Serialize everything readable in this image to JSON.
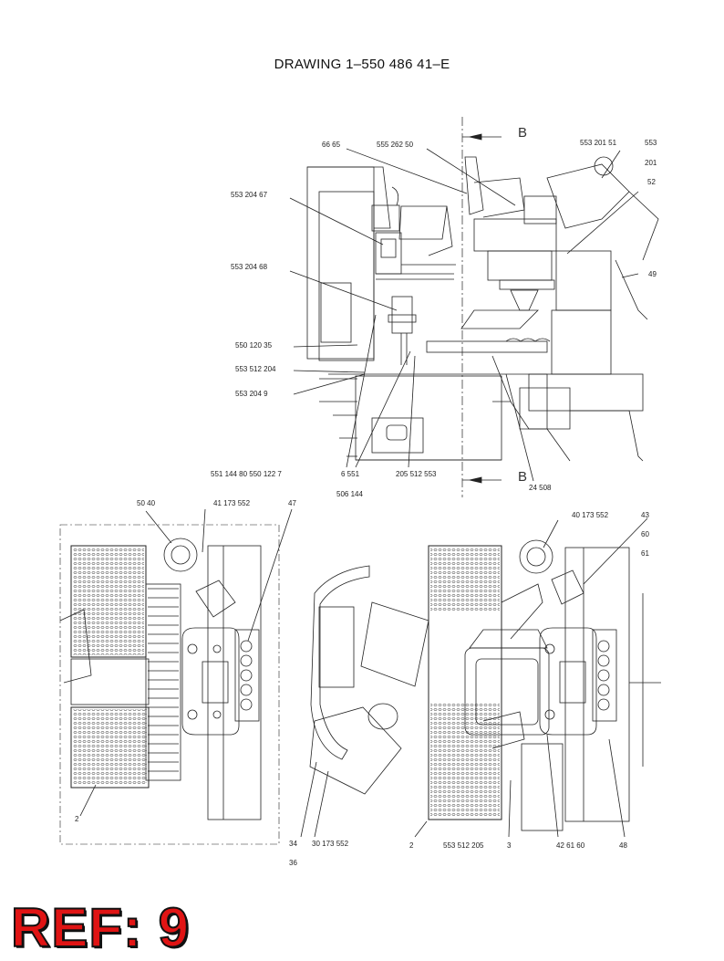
{
  "drawing": {
    "title": "DRAWING  1–550 486 41–E"
  },
  "section_markers": {
    "top": "B",
    "bottom": "B"
  },
  "callouts_top": {
    "c1": "66  65",
    "c2": "555 262  50",
    "c3": "553 201  51",
    "c4": "553",
    "c5": "201",
    "c6": "52",
    "c7": "553 204  67",
    "c8": "553 204  68",
    "c9": "550  120  35",
    "c10": "553 512 204",
    "c11": "553 204   9",
    "c12": "551 144  80  550 122    7",
    "c13": "6   551",
    "c14": "205 512 553",
    "c15": "506 144",
    "c16": "24  508",
    "c17": "49"
  },
  "callouts_left": {
    "c1": "50   40",
    "c2": "41  173 552",
    "c3": "47",
    "c4": "2"
  },
  "callouts_right": {
    "c1": "40  173 552",
    "c2": "43",
    "c3": "60",
    "c4": "61",
    "c5": "34",
    "c6": "30  173 552",
    "c7": "36",
    "c8": "2",
    "c9": "553 512 205",
    "c10": "3",
    "c11": "42   61   60",
    "c12": "48"
  },
  "reference": {
    "label": "REF: 9"
  }
}
